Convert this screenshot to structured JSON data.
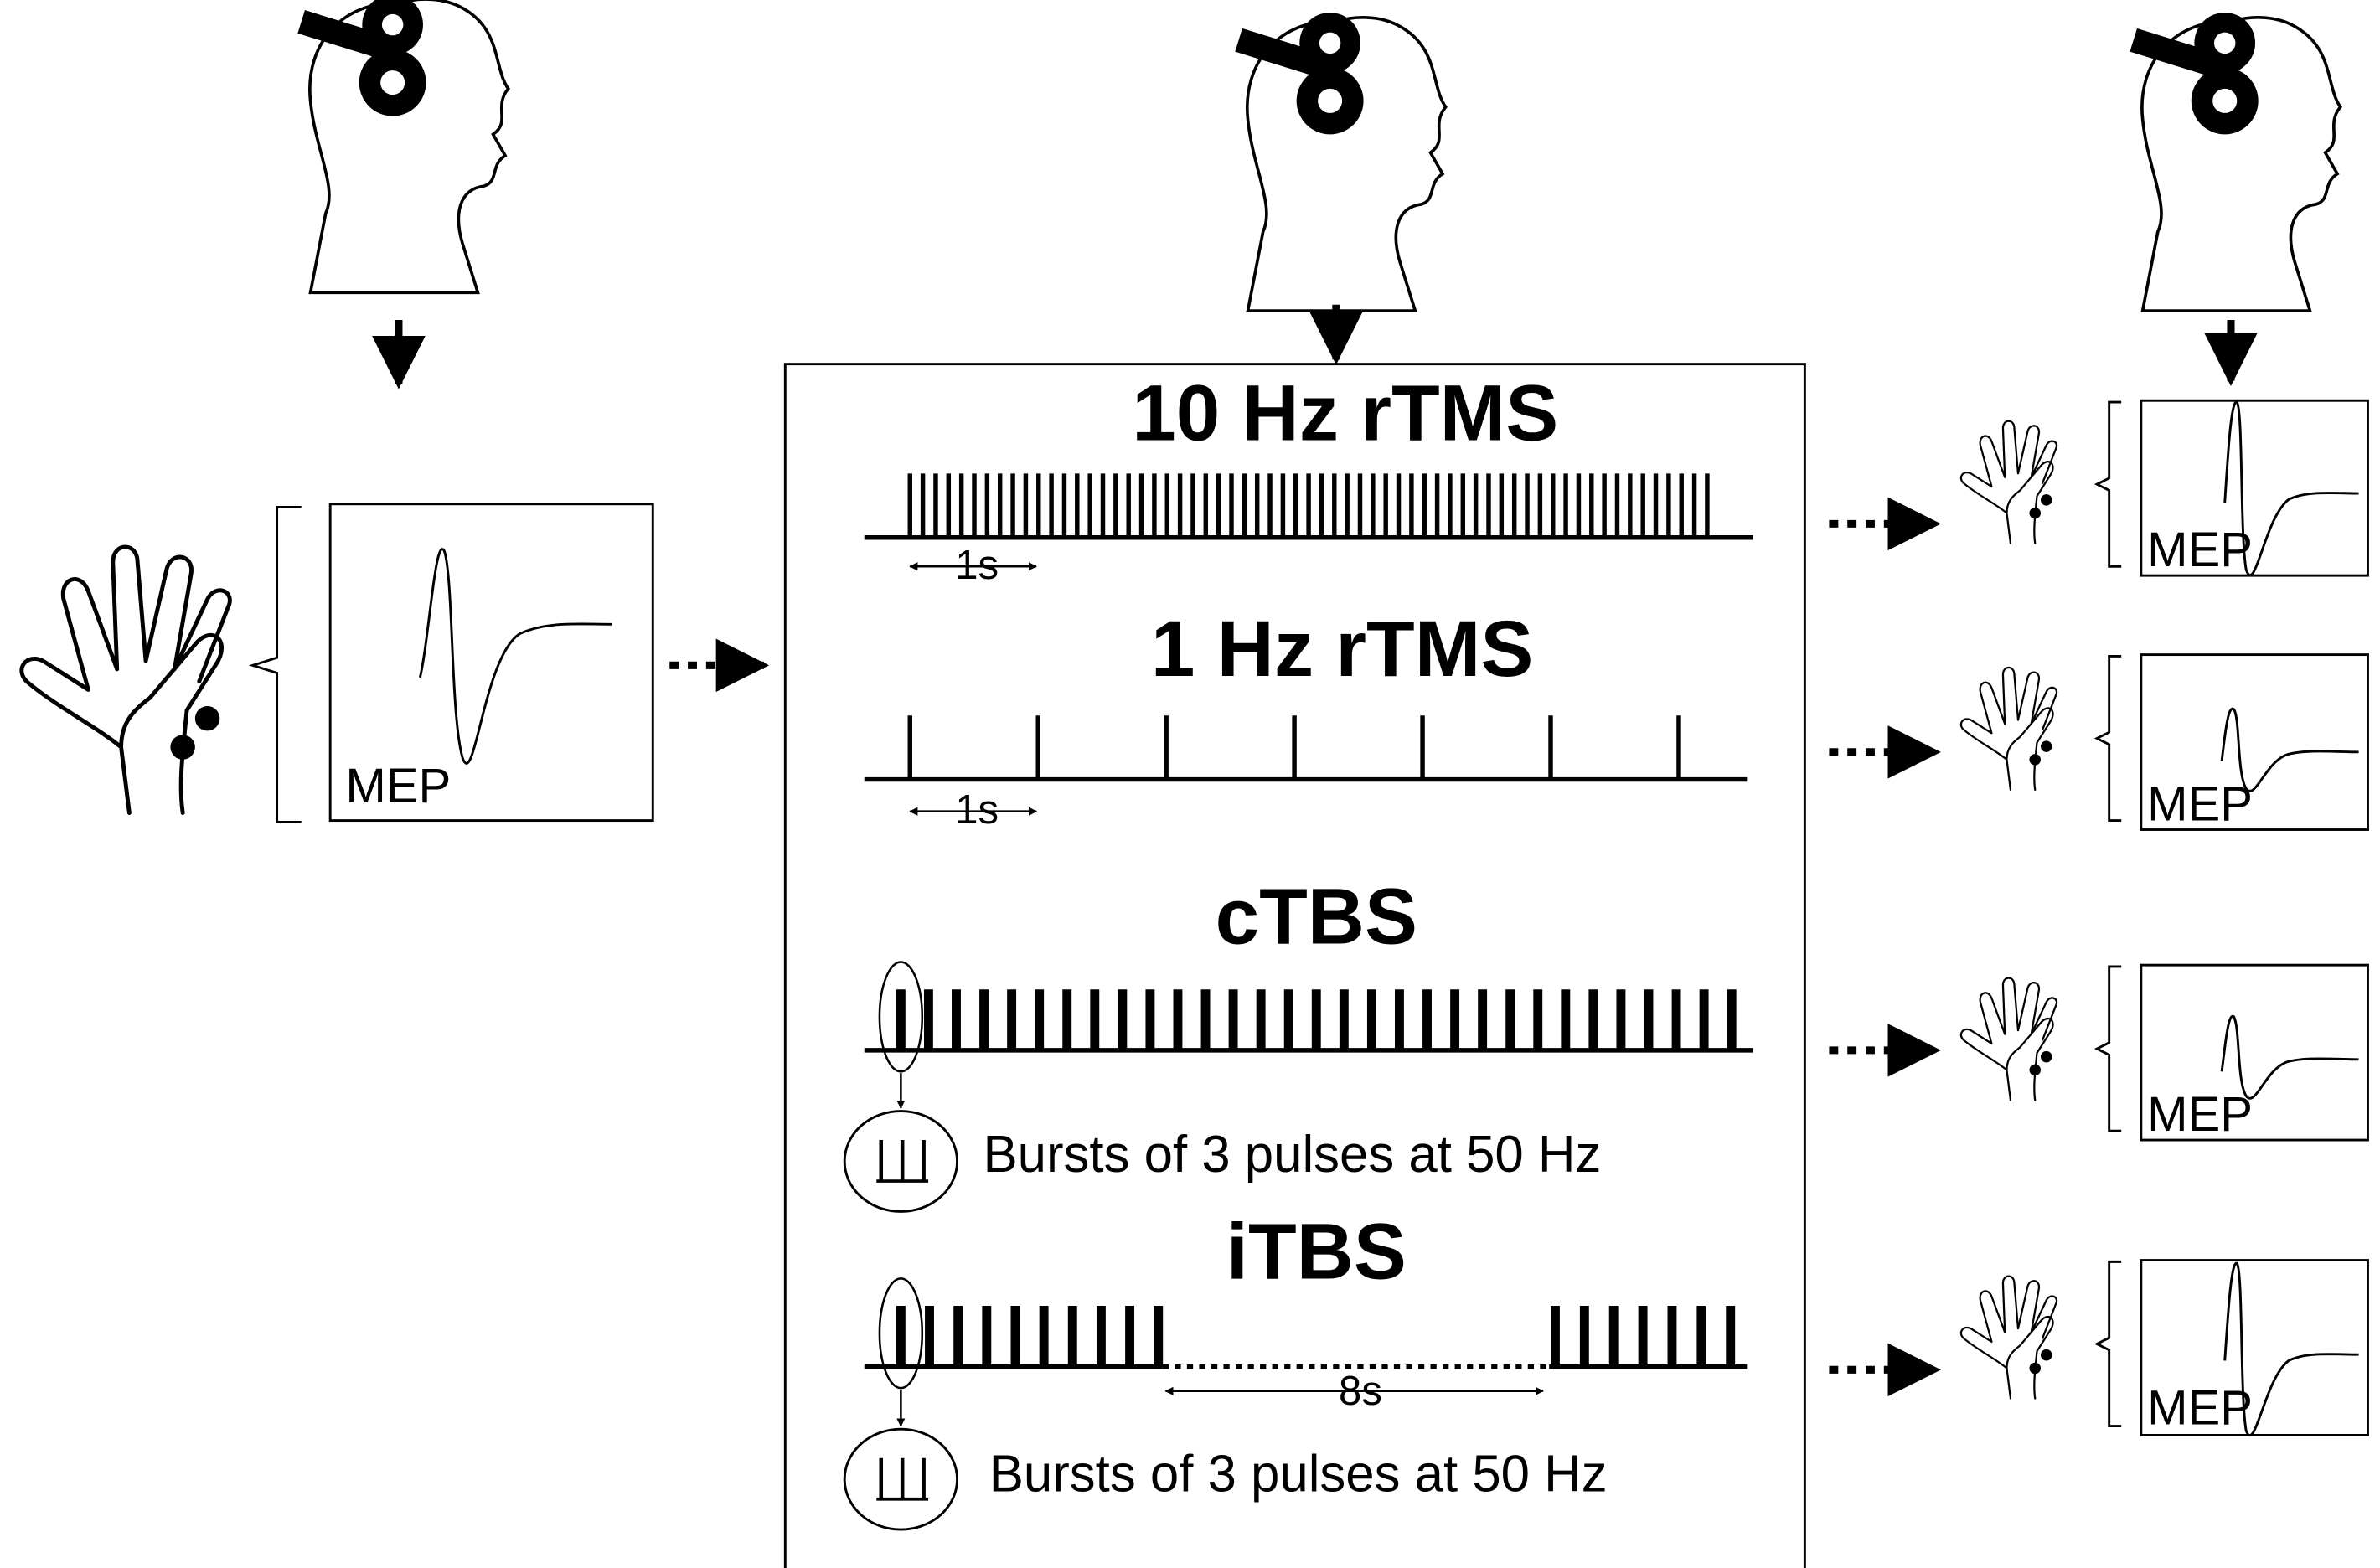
{
  "protocols": [
    {
      "name": "10 Hz rTMS",
      "interval_label": "1s"
    },
    {
      "name": "1 Hz rTMS",
      "interval_label": "1s"
    },
    {
      "name": "cTBS",
      "burst_note": "Bursts of 3 pulses at 50 Hz"
    },
    {
      "name": "iTBS",
      "burst_note": "Bursts of 3 pulses at 50 Hz",
      "gap_label": "8s"
    }
  ],
  "mep_label": "MEP",
  "icons": {
    "head": "head-with-figure-eight-coil-icon",
    "hand": "hand-with-electrodes-icon",
    "arrow_down": "down-arrow-icon",
    "arrow_right": "dotted-right-arrow-icon"
  },
  "colors": {
    "ink": "#000000",
    "background": "#ffffff"
  }
}
